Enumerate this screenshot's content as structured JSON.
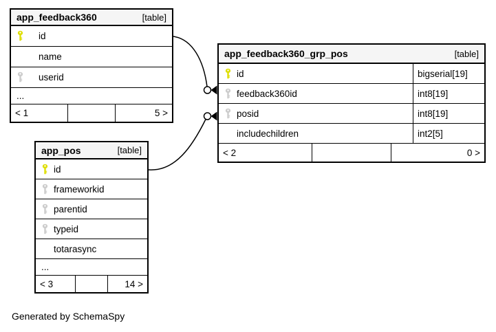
{
  "page": {
    "generated_note": "Generated by SchemaSpy",
    "background": "#ffffff"
  },
  "colors": {
    "border": "#000000",
    "header_bg": "#f5f5f5",
    "pk_key": "#dede00",
    "fk_key": "#cccccc",
    "connector": "#000000"
  },
  "tables": [
    {
      "title": "app_feedback360",
      "tag": "[table]",
      "columns": [
        {
          "name": "id",
          "key": "primary"
        },
        {
          "name": "name",
          "key": "none"
        },
        {
          "name": "userid",
          "key": "foreign"
        }
      ],
      "ellipsis": "...",
      "footer": {
        "left": "< 1",
        "right": "5 >"
      }
    },
    {
      "title": "app_feedback360_grp_pos",
      "tag": "[table]",
      "columns": [
        {
          "name": "id",
          "key": "primary",
          "type": "bigserial[19]"
        },
        {
          "name": "feedback360id",
          "key": "foreign",
          "type": "int8[19]"
        },
        {
          "name": "posid",
          "key": "foreign",
          "type": "int8[19]"
        },
        {
          "name": "includechildren",
          "key": "none",
          "type": "int2[5]"
        }
      ],
      "footer": {
        "left": "< 2",
        "right": "0 >"
      }
    },
    {
      "title": "app_pos",
      "tag": "[table]",
      "columns": [
        {
          "name": "id",
          "key": "primary"
        },
        {
          "name": "frameworkid",
          "key": "foreign"
        },
        {
          "name": "parentid",
          "key": "foreign"
        },
        {
          "name": "typeid",
          "key": "foreign"
        },
        {
          "name": "totarasync",
          "key": "none"
        }
      ],
      "ellipsis": "...",
      "footer": {
        "left": "< 3",
        "right": "14 >"
      }
    }
  ],
  "relationships": [
    {
      "from_table": "app_feedback360",
      "from_column": "id",
      "to_table": "app_feedback360_grp_pos",
      "to_column": "feedback360id"
    },
    {
      "from_table": "app_pos",
      "from_column": "id",
      "to_table": "app_feedback360_grp_pos",
      "to_column": "posid"
    }
  ]
}
